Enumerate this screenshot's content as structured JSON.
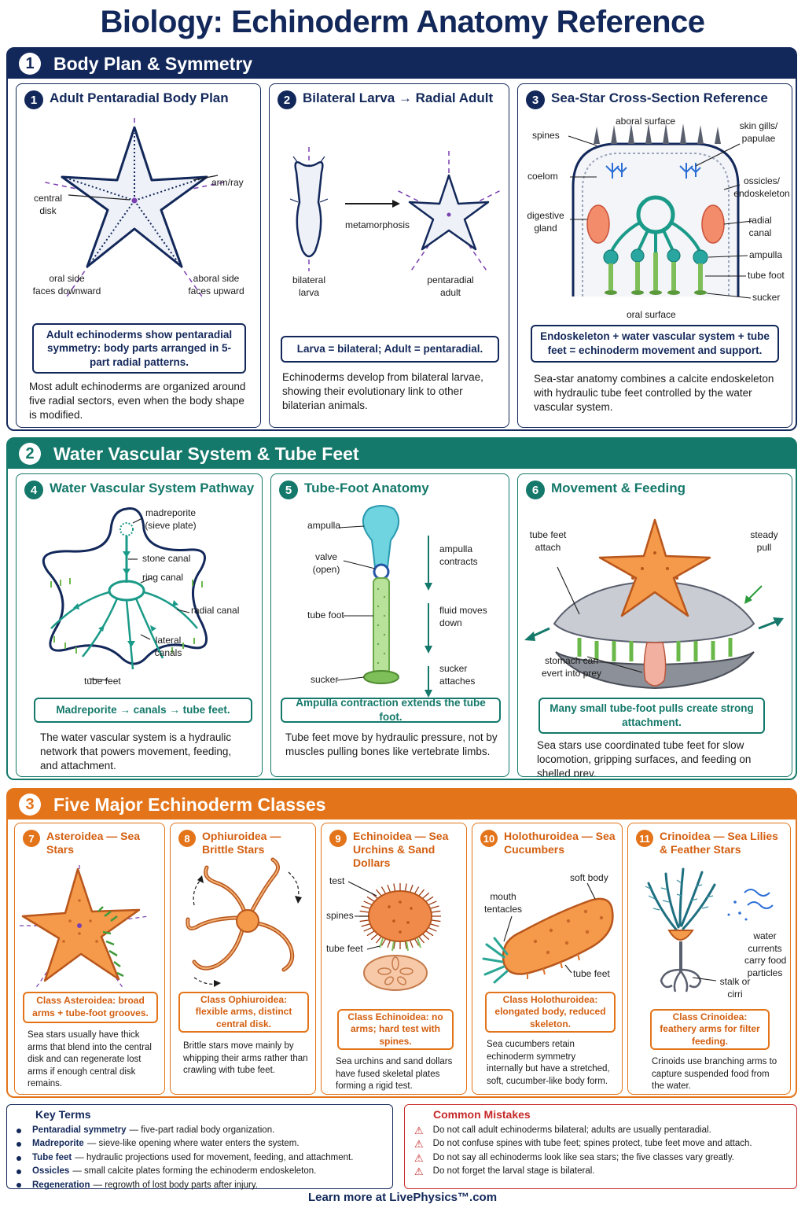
{
  "title": "Biology: Echinoderm Anatomy Reference",
  "sections": [
    {
      "number": "1",
      "title": "Body Plan & Symmetry",
      "panels": [
        {
          "number": "1",
          "title": "Adult Pentaradial Body Plan",
          "labels": {
            "arm": "arm/ray",
            "disk_1": "central",
            "disk_2": "disk",
            "oral_1": "oral side",
            "oral_2": "faces downward",
            "aboral_1": "aboral side",
            "aboral_2": "faces upward"
          },
          "callout": "Adult echinoderms show pentaradial symmetry: body parts arranged in 5-part radial patterns.",
          "description": "Most adult echinoderms are organized around five radial sectors, even when the body shape is modified."
        },
        {
          "number": "2",
          "title": "Bilateral Larva → Radial Adult",
          "labels": {
            "metamorphosis": "metamorphosis",
            "larva_1": "bilateral",
            "larva_2": "larva",
            "adult_1": "pentaradial",
            "adult_2": "adult"
          },
          "callout": "Larva = bilateral; Adult = pentaradial.",
          "description": "Echinoderms develop from bilateral larvae, showing their evolutionary link to other bilaterian animals."
        },
        {
          "number": "3",
          "title": "Sea-Star Cross-Section Reference",
          "labels": {
            "aboral": "aboral surface",
            "spines": "spines",
            "gills_1": "skin gills/",
            "gills_2": "papulae",
            "coelom": "coelom",
            "ossicles_1": "ossicles/",
            "ossicles_2": "endoskeleton",
            "gland_1": "digestive",
            "gland_2": "gland",
            "radial_1": "radial",
            "radial_2": "canal",
            "ampulla": "ampulla",
            "tubefoot": "tube foot",
            "sucker": "sucker",
            "oral": "oral surface"
          },
          "callout": "Endoskeleton + water vascular system + tube feet = echinoderm movement and support.",
          "description": "Sea-star anatomy combines a calcite endoskeleton with hydraulic tube feet controlled by the water vascular system."
        }
      ]
    },
    {
      "number": "2",
      "title": "Water Vascular System & Tube Feet",
      "panels": [
        {
          "number": "4",
          "title": "Water Vascular System Pathway",
          "labels": {
            "madreporite_1": "madreporite",
            "madreporite_2": "(sieve plate)",
            "stone": "stone canal",
            "ring": "ring canal",
            "radial": "radial canal",
            "lateral_1": "lateral",
            "lateral_2": "canals",
            "tubefeet": "tube feet"
          },
          "callout": "Madreporite → canals → tube feet.",
          "description": "The water vascular system is a hydraulic network that powers movement, feeding, and attachment."
        },
        {
          "number": "5",
          "title": "Tube-Foot Anatomy",
          "labels": {
            "ampulla": "ampulla",
            "valve_1": "valve",
            "valve_2": "(open)",
            "tubefoot": "tube foot",
            "sucker": "sucker",
            "step1_1": "ampulla",
            "step1_2": "contracts",
            "step2_1": "fluid moves",
            "step2_2": "down",
            "step3_1": "sucker",
            "step3_2": "attaches"
          },
          "callout": "Ampulla contraction extends the tube foot.",
          "description": "Tube feet move by hydraulic pressure, not by muscles pulling bones like vertebrate limbs."
        },
        {
          "number": "6",
          "title": "Movement & Feeding",
          "labels": {
            "attach_1": "tube feet",
            "attach_2": "attach",
            "pull_1": "steady",
            "pull_2": "pull",
            "stomach_1": "stomach can",
            "stomach_2": "evert into prey"
          },
          "callout": "Many small tube-foot pulls create strong attachment.",
          "description": "Sea stars use coordinated tube feet for slow locomotion, gripping surfaces, and feeding on shelled prey."
        }
      ]
    },
    {
      "number": "3",
      "title": "Five Major Echinoderm Classes",
      "panels": [
        {
          "number": "7",
          "title": "Asteroidea — Sea Stars",
          "labels": {},
          "callout": "Class Asteroidea: broad arms + tube-foot grooves.",
          "description": "Sea stars usually have thick arms that blend into the central disk and can regenerate lost arms if enough central disk remains."
        },
        {
          "number": "8",
          "title": "Ophiuroidea — Brittle Stars",
          "labels": {},
          "callout": "Class Ophiuroidea: flexible arms, distinct central disk.",
          "description": "Brittle stars move mainly by whipping their arms rather than crawling with tube feet."
        },
        {
          "number": "9",
          "title": "Echinoidea — Sea Urchins & Sand Dollars",
          "labels": {
            "test": "test",
            "spines": "spines",
            "tubefeet": "tube feet"
          },
          "callout": "Class Echinoidea: no arms; hard test with spines.",
          "description": "Sea urchins and sand dollars have fused skeletal plates forming a rigid test."
        },
        {
          "number": "10",
          "title": "Holothuroidea — Sea Cucumbers",
          "labels": {
            "soft": "soft body",
            "mouth_1": "mouth",
            "mouth_2": "tentacles",
            "tubefeet": "tube feet"
          },
          "callout": "Class Holothuroidea: elongated body, reduced skeleton.",
          "description": "Sea cucumbers retain echinoderm symmetry internally but have a stretched, soft, cucumber-like body form."
        },
        {
          "number": "11",
          "title": "Crinoidea — Sea Lilies & Feather Stars",
          "labels": {
            "water_1": "water",
            "water_2": "currents",
            "water_3": "carry food",
            "water_4": "particles",
            "stalk_1": "stalk or",
            "stalk_2": "cirri"
          },
          "callout": "Class Crinoidea: feathery arms for filter feeding.",
          "description": "Crinoids use branching arms to capture suspended food from the water."
        }
      ]
    }
  ],
  "key_terms": {
    "title": "Key Terms",
    "items": [
      {
        "term": "Pentaradial symmetry",
        "definition": "— five-part radial body organization."
      },
      {
        "term": "Madreporite",
        "definition": "— sieve-like opening where water enters the system."
      },
      {
        "term": "Tube feet",
        "definition": "— hydraulic projections used for movement, feeding, and attachment."
      },
      {
        "term": "Ossicles",
        "definition": "— small calcite plates forming the echinoderm endoskeleton."
      },
      {
        "term": "Regeneration",
        "definition": "— regrowth of lost body parts after injury."
      }
    ]
  },
  "common_mistakes": {
    "title": "Common Mistakes",
    "items": [
      "Do not call adult echinoderms bilateral; adults are usually pentaradial.",
      "Do not confuse spines with tube feet; spines protect, tube feet move and attach.",
      "Do not say all echinoderms look like sea stars; the five classes vary greatly.",
      "Do not forget the larval stage is bilateral."
    ]
  },
  "footer": "Learn more at LivePhysics™.com",
  "colors": {
    "navy": "#13285a",
    "teal": "#14786a",
    "orange": "#e3741a",
    "red": "#c62828"
  }
}
